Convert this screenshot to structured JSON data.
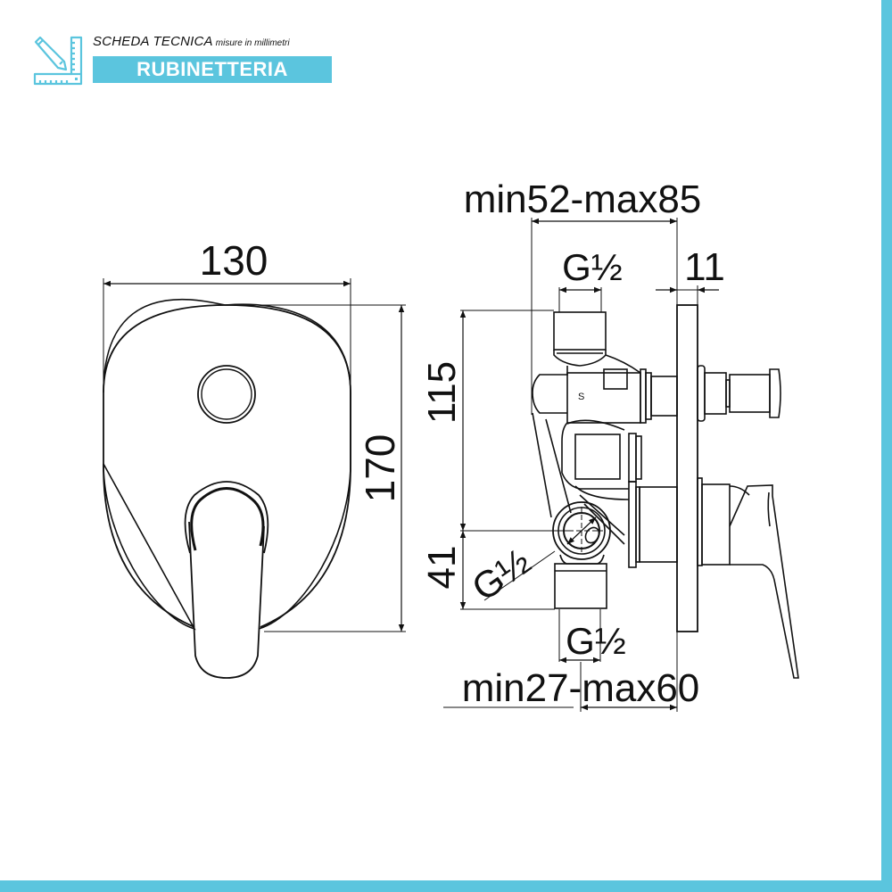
{
  "header": {
    "title": "SCHEDA TECNICA",
    "subtitle": "misure in millimetri",
    "category": "RUBINETTERIA",
    "logo_icon": "ruler-pencil-icon"
  },
  "colors": {
    "accent": "#5bc5de",
    "line": "#111111",
    "background": "#ffffff"
  },
  "front_view": {
    "width_label": "130",
    "height_label": "170"
  },
  "side_view": {
    "depth_top_label": "min52-max85",
    "inlet_top_label": "G½",
    "plate_thickness_label": "11",
    "height_upper_label": "115",
    "height_lower_label": "41",
    "inlet_side_label": "G½",
    "inlet_bottom_label": "G½",
    "depth_bottom_label": "min27-max60",
    "body_mark": "S"
  }
}
